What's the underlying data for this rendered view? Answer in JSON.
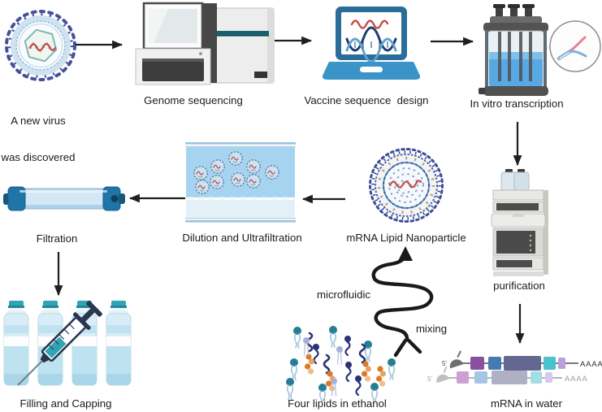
{
  "palette": {
    "arrow": "#1f1f1f",
    "text": "#1b1b1b",
    "rna_red": "#bf4a42",
    "lipid_navy": "#2b3277",
    "vaccine_teal": "#2fa4b4",
    "water_blue": "#58a9e3"
  },
  "steps": {
    "virus": {
      "icon": "virus-icon",
      "label_line1": "A new virus",
      "label_line2": "was discovered"
    },
    "genome_sequencing": {
      "icon": "dna-sequencer-icon",
      "label": "Genome sequencing"
    },
    "vaccine_design": {
      "icon": "laptop-dna-icon",
      "label": "Vaccine sequence  design"
    },
    "in_vitro_transcription": {
      "icon": "bioreactor-icon",
      "label": "In vitro transcription"
    },
    "purification": {
      "icon": "hplc-stack-icon",
      "label": "purification"
    },
    "mrna_in_water": {
      "icon": "mrna-construct-icon",
      "label": "mRNA in water",
      "five_prime": "5'",
      "poly_a": "AAAA",
      "strands": [
        {
          "segments": [
            {
              "color": "#8a4f9e"
            },
            {
              "color": "#4779b5"
            },
            {
              "color": "#64678f"
            },
            {
              "color": "#49c2c9"
            },
            {
              "color": "#b9a0dc"
            }
          ]
        },
        {
          "segments": [
            {
              "color": "#cf9ed3"
            },
            {
              "color": "#a3c6e4"
            },
            {
              "color": "#aeb0c4"
            },
            {
              "color": "#a3dfe2"
            },
            {
              "color": "#d9c9ef"
            }
          ]
        }
      ]
    },
    "lipid_nanoparticle": {
      "icon": "lipid-nanoparticle-icon",
      "label": "mRNA Lipid Nanoparticle"
    },
    "dilution_ultrafiltration": {
      "icon": "ultrafiltration-cell-icon",
      "label": "Dilution and Ultrafiltration"
    },
    "filtration": {
      "icon": "filter-capsule-icon",
      "label": "Filtration"
    },
    "filling_capping": {
      "icon": "vials-syringe-icon",
      "label": "Filling and Capping"
    },
    "four_lipids": {
      "icon": "lipid-mixture-icon",
      "label": "Four lipids in ethanol"
    },
    "microfluidic_mixing": {
      "icon": "serpentine-mixer-icon",
      "label_left": "microfluidic",
      "label_right": "mixing"
    }
  },
  "flow": [
    "virus → genome_sequencing",
    "genome_sequencing → vaccine_design",
    "vaccine_design → in_vitro_transcription",
    "in_vitro_transcription → purification",
    "purification → mrna_in_water",
    "mrna_in_water + four_lipids → microfluidic_mixing",
    "microfluidic_mixing → lipid_nanoparticle",
    "lipid_nanoparticle → dilution_ultrafiltration",
    "dilution_ultrafiltration → filtration",
    "filtration → filling_capping"
  ]
}
